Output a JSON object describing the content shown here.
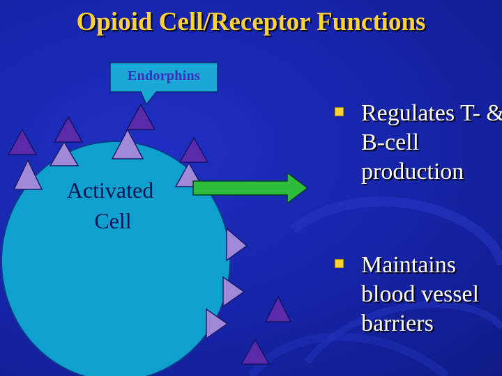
{
  "title": "Opioid Cell/Receptor Functions",
  "callout": {
    "label": "Endorphins"
  },
  "cell": {
    "label_line1": "Activated",
    "label_line2": "Cell"
  },
  "bullets": [
    {
      "text": "Regulates T- & B-cell production"
    },
    {
      "text": "Maintains blood vessel barriers"
    }
  ],
  "colors": {
    "title": "#ffd23c",
    "background": "#1624a8",
    "cell_fill": "#0fa0d0",
    "receptor": "#a08ad8",
    "endorphin": "#5a2aa8",
    "arrow": "#2ebc3c",
    "bullet_marker": "#ffd23c",
    "text": "#ffffff"
  }
}
